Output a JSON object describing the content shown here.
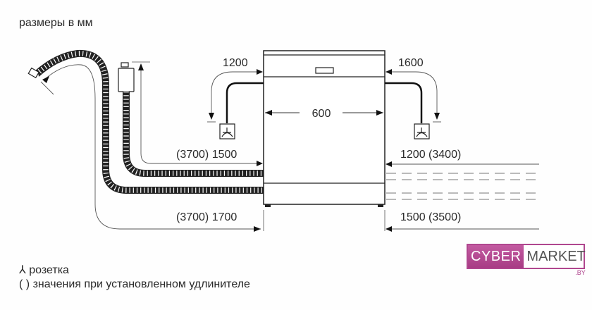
{
  "header": {
    "title": "размеры в мм"
  },
  "dimensions": {
    "top_left": "1200",
    "top_right": "1600",
    "width": "600",
    "left_upper": "(3700) 1500",
    "left_lower": "(3700) 1700",
    "right_upper": "1200 (3400)",
    "right_lower": "1500 (3500)"
  },
  "legend": {
    "socket_symbol": "⅄",
    "socket_label": "розетка",
    "parens_symbol": "( )",
    "parens_label": "значения при установленном удлинителе"
  },
  "logo": {
    "part1": "CYBER",
    "part2": "MARKET",
    "suffix": ".BY",
    "color": "#b0478f"
  }
}
